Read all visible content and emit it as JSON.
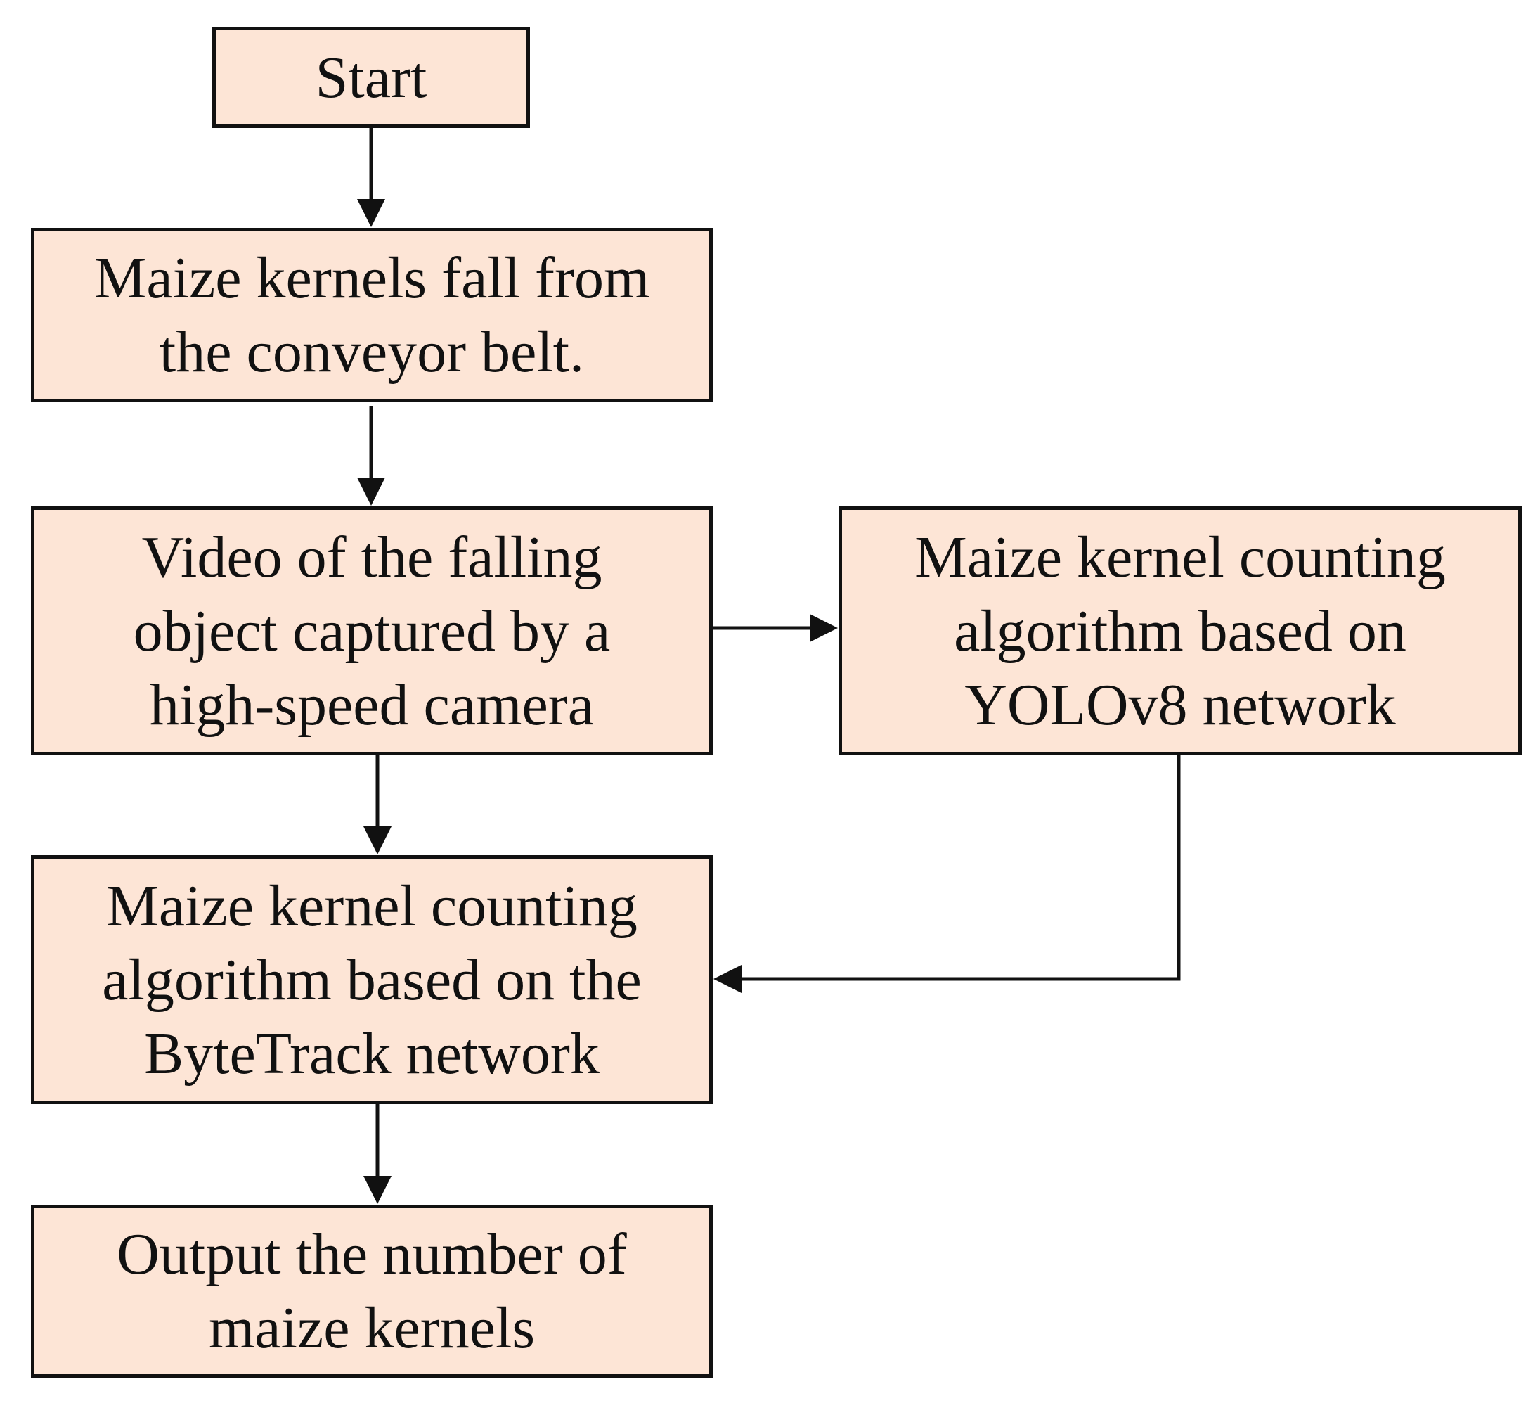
{
  "flowchart": {
    "nodes": {
      "start": "Start",
      "fall": "Maize kernels fall from\nthe conveyor belt.",
      "video": "Video of the falling\nobject captured by a\nhigh-speed camera",
      "yolo": "Maize kernel counting\nalgorithm based on\nYOLOv8 network",
      "bytetrack": "Maize kernel counting\nalgorithm based on the\nByteTrack network",
      "output": "Output the number of\nmaize kernels"
    },
    "edges": [
      {
        "from": "start",
        "to": "fall"
      },
      {
        "from": "fall",
        "to": "video"
      },
      {
        "from": "video",
        "to": "yolo"
      },
      {
        "from": "video",
        "to": "bytetrack"
      },
      {
        "from": "yolo",
        "to": "bytetrack"
      },
      {
        "from": "bytetrack",
        "to": "output"
      }
    ],
    "colors": {
      "box_fill": "#fde5d6",
      "stroke": "#111111"
    }
  }
}
